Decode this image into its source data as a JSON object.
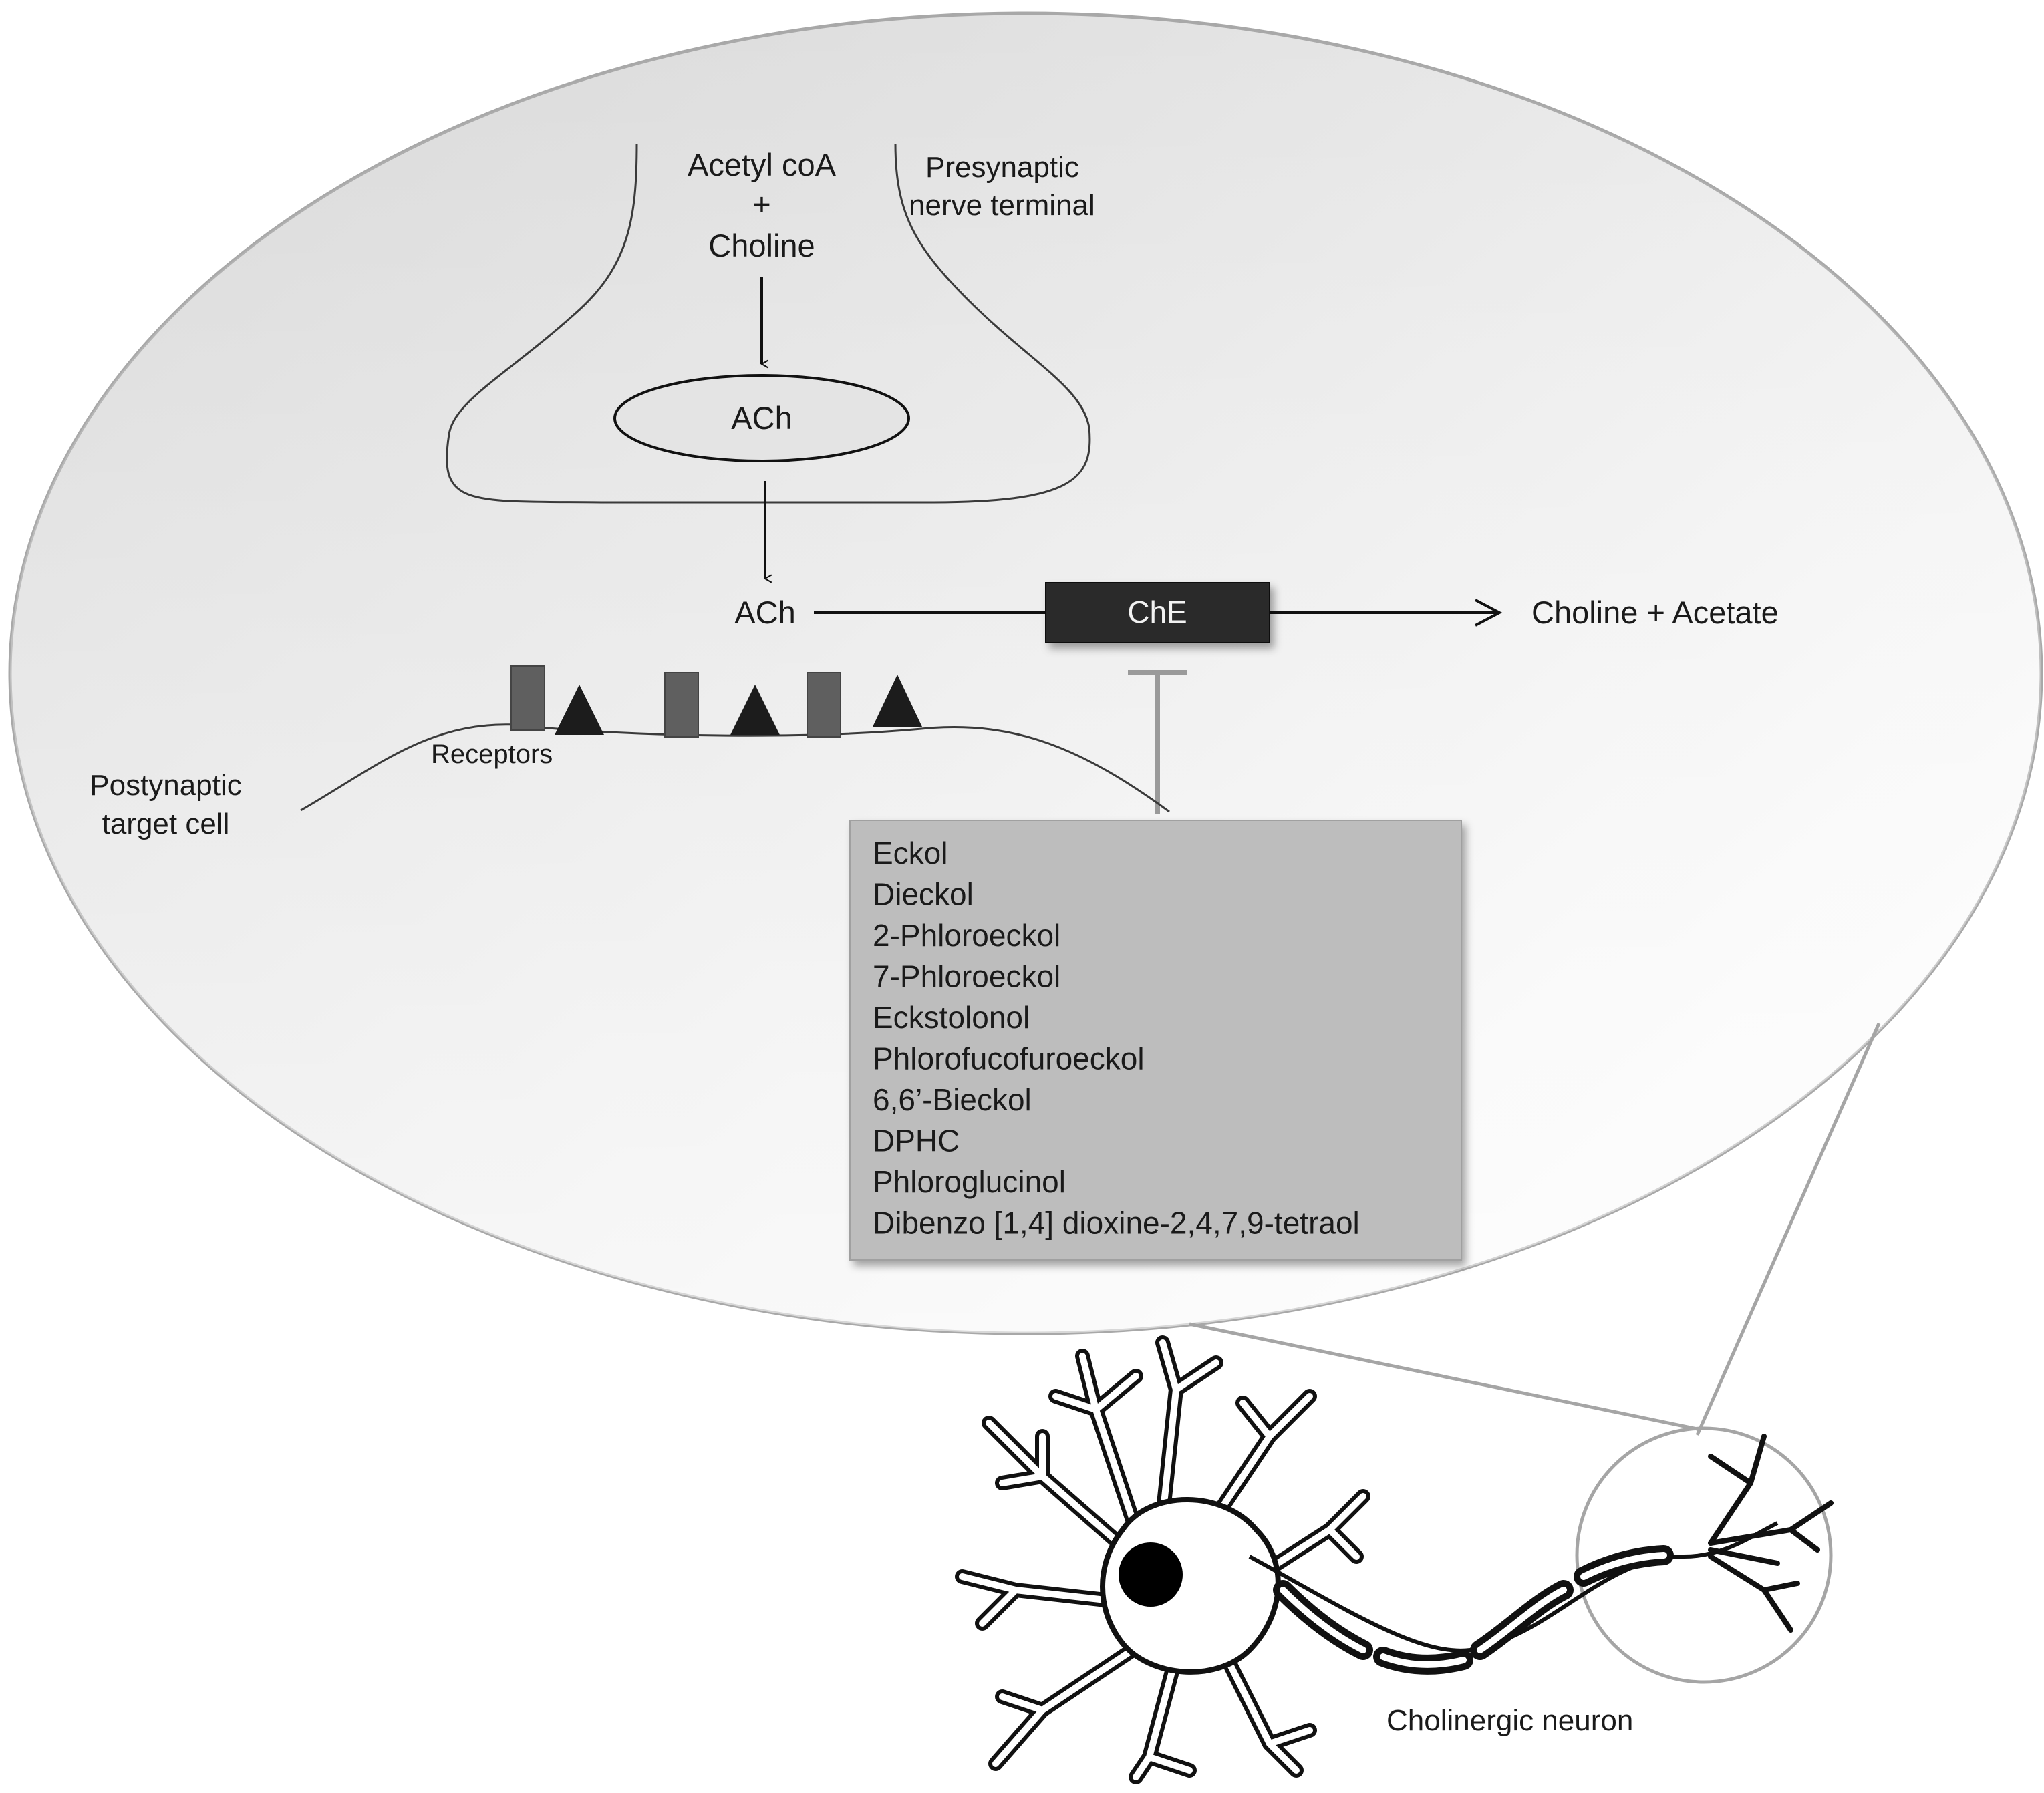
{
  "presynaptic": {
    "precursor_line1": "Acetyl coA",
    "precursor_plus": "+",
    "precursor_line2": "Choline",
    "terminal_label_line1": "Presynaptic",
    "terminal_label_line2": "nerve terminal",
    "vesicle_label": "ACh"
  },
  "cleft": {
    "ach_label": "ACh",
    "enzyme_label": "ChE",
    "products_label": "Choline + Acetate"
  },
  "postsynaptic": {
    "receptors_label": "Receptors",
    "target_label_line1": "Postynaptic",
    "target_label_line2": "target cell"
  },
  "inhibitors": [
    "Eckol",
    "Dieckol",
    "2-Phloroeckol",
    "7-Phloroeckol",
    "Eckstolonol",
    "Phlorofucofuroeckol",
    "6,6’-Bieckol",
    "DPHC",
    "Phloroglucinol",
    "Dibenzo [1,4] dioxine-2,4,7,9-tetraol"
  ],
  "neuron": {
    "label": "Cholinergic neuron"
  },
  "colors": {
    "enzyme_box": "#2b2b2b",
    "inhibitor_box": "#bdbdbd",
    "receptor_rect": "#5f5f5f",
    "receptor_triangle": "#1c1c1c",
    "inhibition_line": "#9a9a9a"
  }
}
